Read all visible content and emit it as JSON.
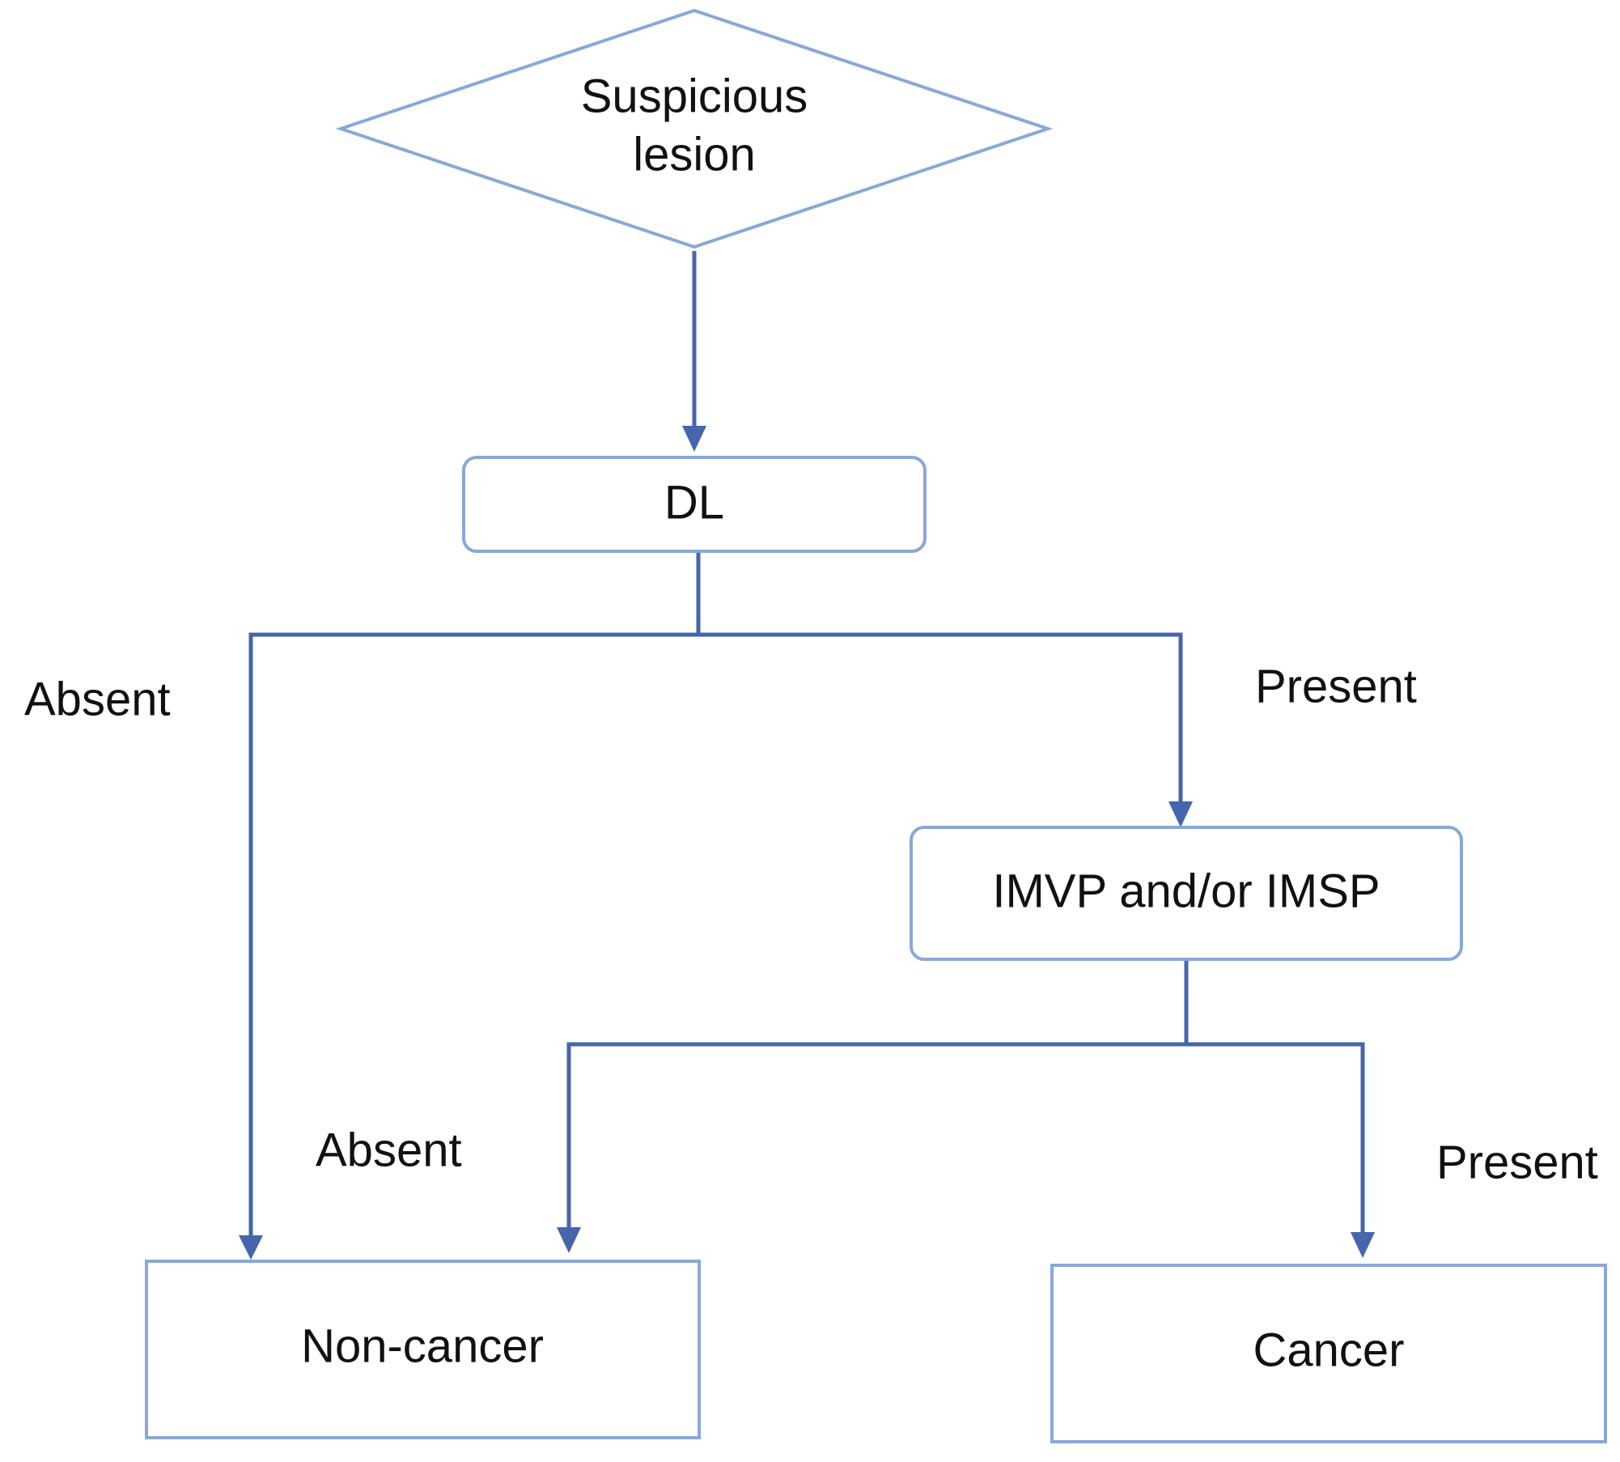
{
  "nodes": {
    "start": {
      "line1": "Suspicious",
      "line2": "lesion"
    },
    "dl": {
      "label": "DL"
    },
    "imvp": {
      "label": "IMVP and/or IMSP"
    },
    "non_cancer": {
      "label": "Non-cancer"
    },
    "cancer": {
      "label": "Cancer"
    }
  },
  "edges": {
    "dl_absent": "Absent",
    "dl_present": "Present",
    "imvp_absent": "Absent",
    "imvp_present": "Present"
  },
  "colors": {
    "box_outline": "#89a8d8",
    "connector": "#4565ad",
    "text": "#111111"
  }
}
